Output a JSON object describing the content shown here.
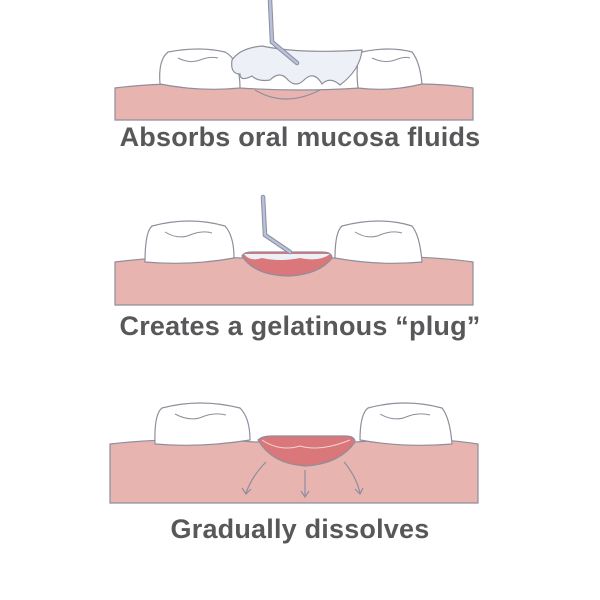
{
  "colors": {
    "gum": "#e8b4b0",
    "outline": "#8e8e9c",
    "plug": "#d9777a",
    "gauze": "#eef0f7",
    "probe": "#b7c0dc",
    "text": "#58585a"
  },
  "steps": [
    {
      "caption": "Absorbs oral mucosa fluids"
    },
    {
      "caption": "Creates a gelatinous “plug”"
    },
    {
      "caption": "Gradually dissolves"
    }
  ]
}
